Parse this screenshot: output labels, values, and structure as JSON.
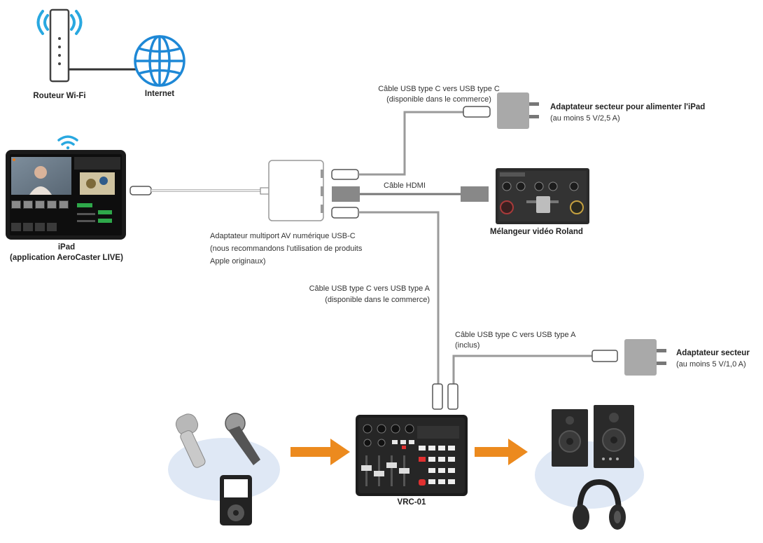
{
  "router": {
    "label": "Routeur Wi-Fi",
    "icon": "wifi-router-icon"
  },
  "internet": {
    "label": "Internet",
    "icon": "globe-icon"
  },
  "ipad": {
    "label_line1": "iPad",
    "label_line2": "(application AeroCaster LIVE)",
    "icon": "tablet-icon"
  },
  "cable_usbc_c": {
    "line1": "Câble USB type C vers USB type C",
    "line2": "(disponible dans le commerce)"
  },
  "adapter_ipad": {
    "title": "Adaptateur secteur pour alimenter l'iPad",
    "sub": "(au moins 5 V/2,5 A)"
  },
  "cable_hdmi": {
    "label": "Câble HDMI"
  },
  "mixer_roland": {
    "label": "Mélangeur vidéo Roland"
  },
  "multiport": {
    "line1": "Adaptateur multiport AV numérique USB-C",
    "line2": "(nous recommandons l'utilisation de produits",
    "line3": "Apple originaux)"
  },
  "cable_usbc_a": {
    "line1": "Câble USB type C vers USB type A",
    "line2": "(disponible dans le commerce)"
  },
  "cable_usbc_a_incl": {
    "line1": "Câble USB type C vers USB type A",
    "line2": "(inclus)"
  },
  "adapter_secteur": {
    "title": "Adaptateur secteur",
    "sub": "(au moins 5 V/1,0 A)"
  },
  "vrc": {
    "label": "VRC-01"
  },
  "colors": {
    "arrow": "#ec8a1e",
    "wifi": "#29a8e0",
    "globe": "#1e88d6",
    "blob": "#dfe8f5"
  }
}
